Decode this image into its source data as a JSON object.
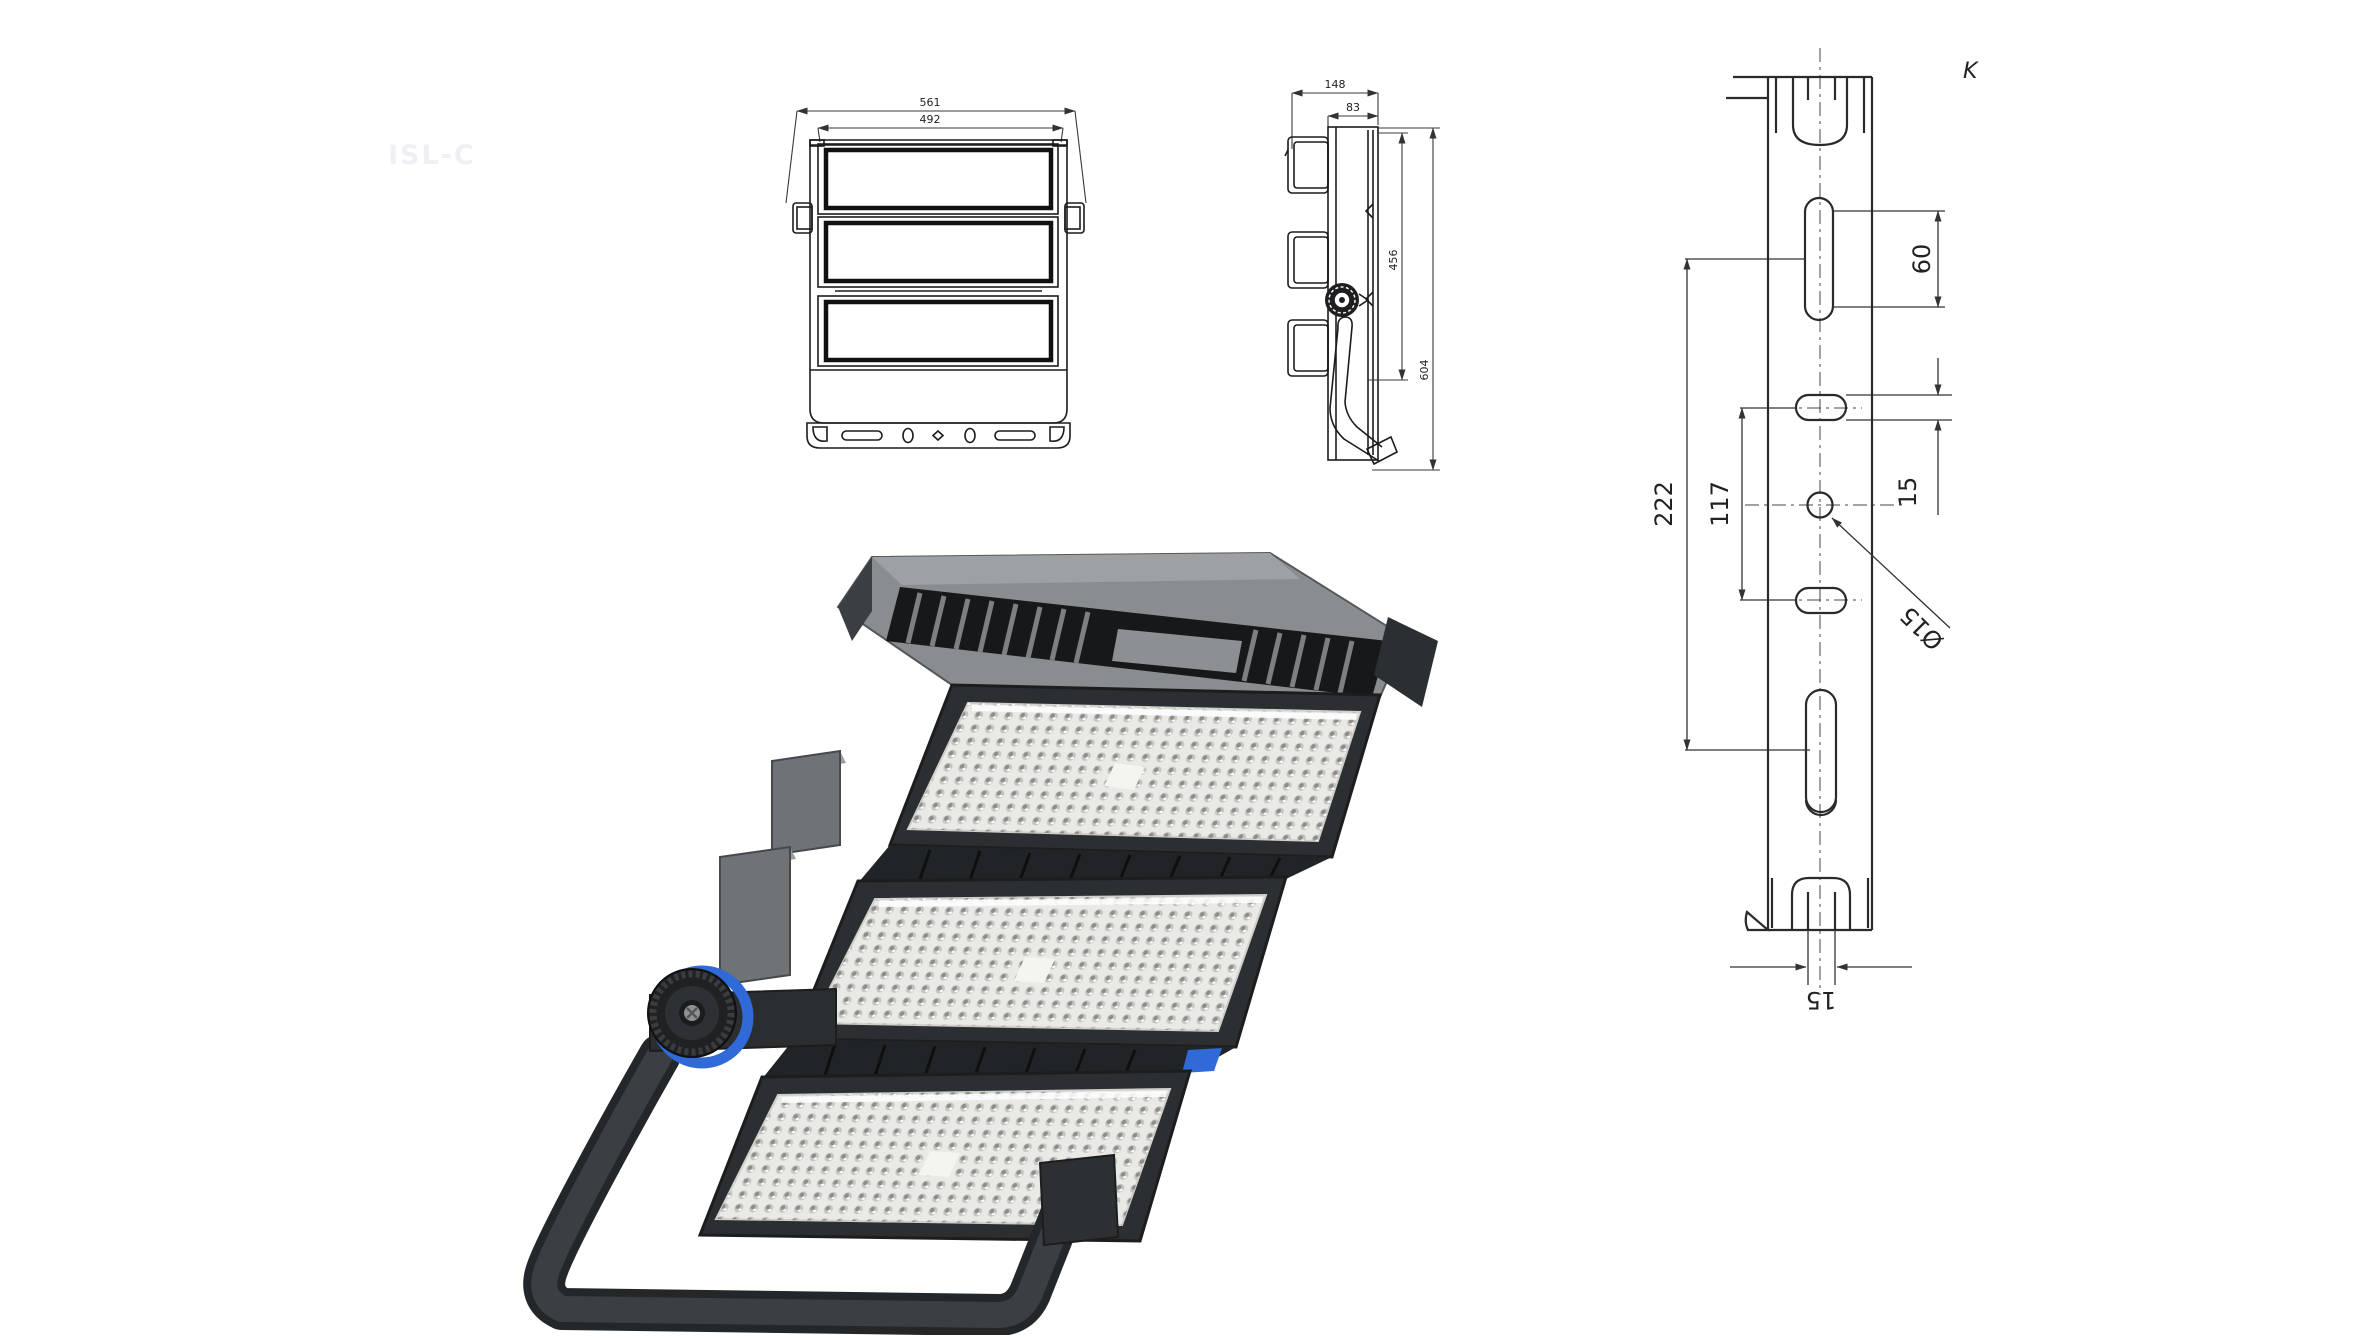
{
  "watermark": "ISL-C",
  "front_view": {
    "dim_overall_width": "561",
    "dim_module_width": "492"
  },
  "side_view": {
    "dim_overall_depth": "148",
    "dim_body_depth": "83",
    "dim_module_span": "456",
    "dim_overall_height": "604"
  },
  "bracket_view": {
    "dim_slot_length": "60",
    "dim_hole_pitch": "117",
    "dim_slot_width": "15",
    "dim_hole_diameter": "Ø15",
    "dim_bottom_slot_width": "15",
    "dim_mount_span": "222",
    "view_label": "K"
  },
  "colors": {
    "line": "#2b2b2b",
    "housing_dark": "#2e3134",
    "housing_mid": "#53575b",
    "heatsink_gray": "#8a8d90",
    "panel_light": "#e9e9e6",
    "led_dot": "#b9bab6",
    "accent_blue": "#2f6ad8",
    "watermark_gray": "#eef0f3"
  }
}
